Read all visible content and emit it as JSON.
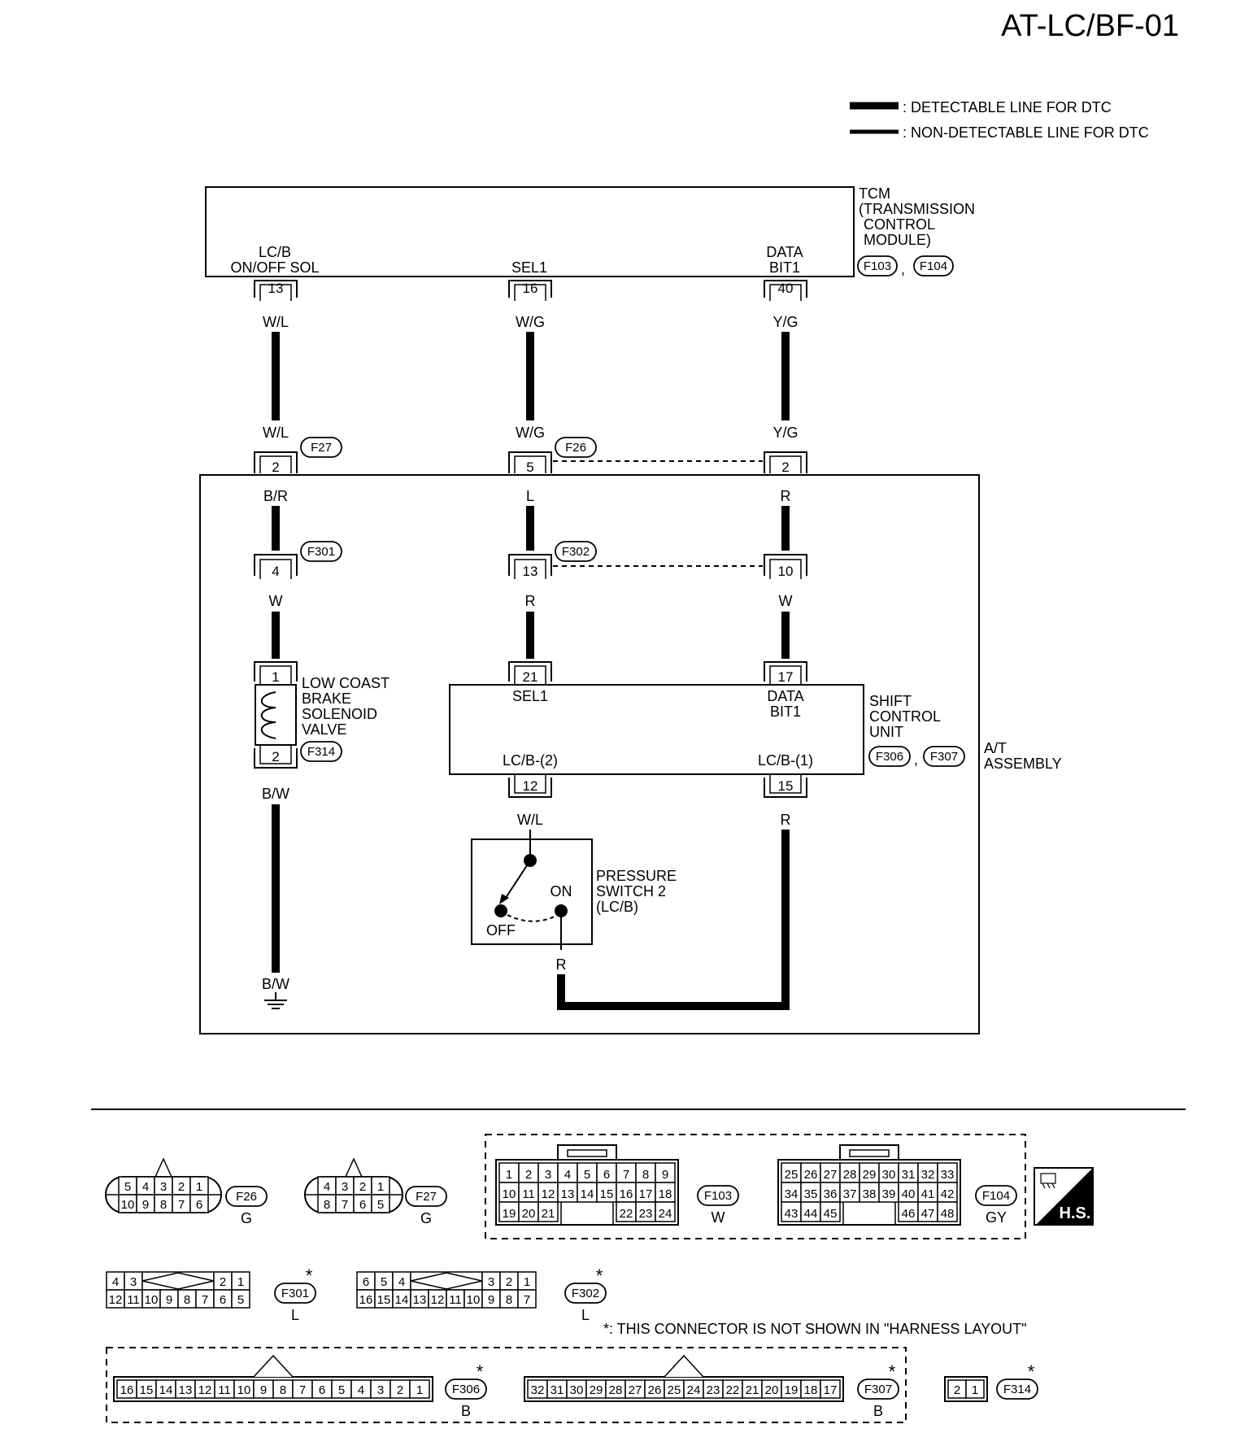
{
  "page_code": "AT-LC/BF-01",
  "legend": {
    "detectable": ": DETECTABLE LINE FOR DTC",
    "non_detectable": ": NON-DETECTABLE LINE FOR DTC"
  },
  "tcm": {
    "title": [
      "TCM",
      "(TRANSMISSION",
      "CONTROL",
      "MODULE)"
    ],
    "connectors": [
      "F103",
      "F104"
    ],
    "comma": ",",
    "terminals": [
      {
        "label": [
          "LC/B",
          "ON/OFF SOL"
        ],
        "pin": "13",
        "wire": "W/L"
      },
      {
        "label": [
          "SEL1"
        ],
        "pin": "16",
        "wire": "W/G"
      },
      {
        "label": [
          "DATA",
          "BIT1"
        ],
        "pin": "40",
        "wire": "Y/G"
      }
    ]
  },
  "junction_f27": {
    "id": "F27",
    "wire_top": "W/L",
    "pin": "2",
    "wire_bottom": "B/R"
  },
  "junction_f26": {
    "id": "F26",
    "pins": [
      "5",
      "2"
    ],
    "wires_top": [
      "W/G",
      "Y/G"
    ],
    "wires_bottom": [
      "L",
      "R"
    ]
  },
  "junction_f301": {
    "id": "F301",
    "pin": "4",
    "wire_bottom": "W"
  },
  "junction_f302": {
    "id": "F302",
    "pins": [
      "13",
      "10"
    ],
    "wires_bottom": [
      "R",
      "W"
    ]
  },
  "solenoid": {
    "label": [
      "LOW COAST",
      "BRAKE",
      "SOLENOID",
      "VALVE"
    ],
    "pin_top": "1",
    "pin_bottom": "2",
    "connector": "F314",
    "wire_bottom": "B/W",
    "ground_wire": "B/W"
  },
  "shift_control_unit": {
    "label": [
      "SHIFT",
      "CONTROL",
      "UNIT"
    ],
    "connectors": [
      "F306",
      "F307"
    ],
    "comma": ",",
    "top_pins": [
      "21",
      "17"
    ],
    "top_labels": [
      "SEL1",
      "DATA",
      "BIT1"
    ],
    "bottom_labels": [
      "LC/B-(2)",
      "LC/B-(1)"
    ],
    "bottom_pins": [
      "12",
      "15"
    ],
    "bottom_wires": [
      "W/L",
      "R"
    ]
  },
  "pressure_switch": {
    "label": [
      "PRESSURE",
      "SWITCH 2",
      "(LC/B)"
    ],
    "on": "ON",
    "off": "OFF",
    "wire_bottom": "R"
  },
  "at_assembly": [
    "A/T",
    "ASSEMBLY"
  ],
  "connectors_panel": {
    "f26": {
      "id": "F26",
      "color": "G",
      "row1": [
        "5",
        "4",
        "3",
        "2",
        "1"
      ],
      "row2": [
        "10",
        "9",
        "8",
        "7",
        "6"
      ]
    },
    "f27": {
      "id": "F27",
      "color": "G",
      "row1": [
        "4",
        "3",
        "2",
        "1"
      ],
      "row2": [
        "8",
        "7",
        "6",
        "5"
      ]
    },
    "f103": {
      "id": "F103",
      "color": "W",
      "row1": [
        "1",
        "2",
        "3",
        "4",
        "5",
        "6",
        "7",
        "8",
        "9"
      ],
      "row2": [
        "10",
        "11",
        "12",
        "13",
        "14",
        "15",
        "16",
        "17",
        "18"
      ],
      "row3_left": [
        "19",
        "20",
        "21"
      ],
      "row3_right": [
        "22",
        "23",
        "24"
      ]
    },
    "f104": {
      "id": "F104",
      "color": "GY",
      "row1": [
        "25",
        "26",
        "27",
        "28",
        "29",
        "30",
        "31",
        "32",
        "33"
      ],
      "row2": [
        "34",
        "35",
        "36",
        "37",
        "38",
        "39",
        "40",
        "41",
        "42"
      ],
      "row3_left": [
        "43",
        "44",
        "45"
      ],
      "row3_right": [
        "46",
        "47",
        "48"
      ]
    },
    "hs": "H.S.",
    "f301": {
      "id": "F301",
      "color": "L",
      "star": "*",
      "row1_left": [
        "4",
        "3"
      ],
      "row1_right": [
        "2",
        "1"
      ],
      "row2": [
        "12",
        "11",
        "10",
        "9",
        "8",
        "7",
        "6",
        "5"
      ]
    },
    "f302": {
      "id": "F302",
      "color": "L",
      "star": "*",
      "row1_left": [
        "6",
        "5",
        "4"
      ],
      "row1_right": [
        "3",
        "2",
        "1"
      ],
      "row2": [
        "16",
        "15",
        "14",
        "13",
        "12",
        "11",
        "10",
        "9",
        "8",
        "7"
      ]
    },
    "note": "*: THIS CONNECTOR IS NOT SHOWN IN \"HARNESS LAYOUT\"",
    "f306": {
      "id": "F306",
      "color": "B",
      "star": "*",
      "pins": [
        "16",
        "15",
        "14",
        "13",
        "12",
        "11",
        "10",
        "9",
        "8",
        "7",
        "6",
        "5",
        "4",
        "3",
        "2",
        "1"
      ]
    },
    "f307": {
      "id": "F307",
      "color": "B",
      "star": "*",
      "pins": [
        "32",
        "31",
        "30",
        "29",
        "28",
        "27",
        "26",
        "25",
        "24",
        "23",
        "22",
        "21",
        "20",
        "19",
        "18",
        "17"
      ]
    },
    "f314": {
      "id": "F314",
      "star": "*",
      "pins": [
        "2",
        "1"
      ]
    }
  }
}
